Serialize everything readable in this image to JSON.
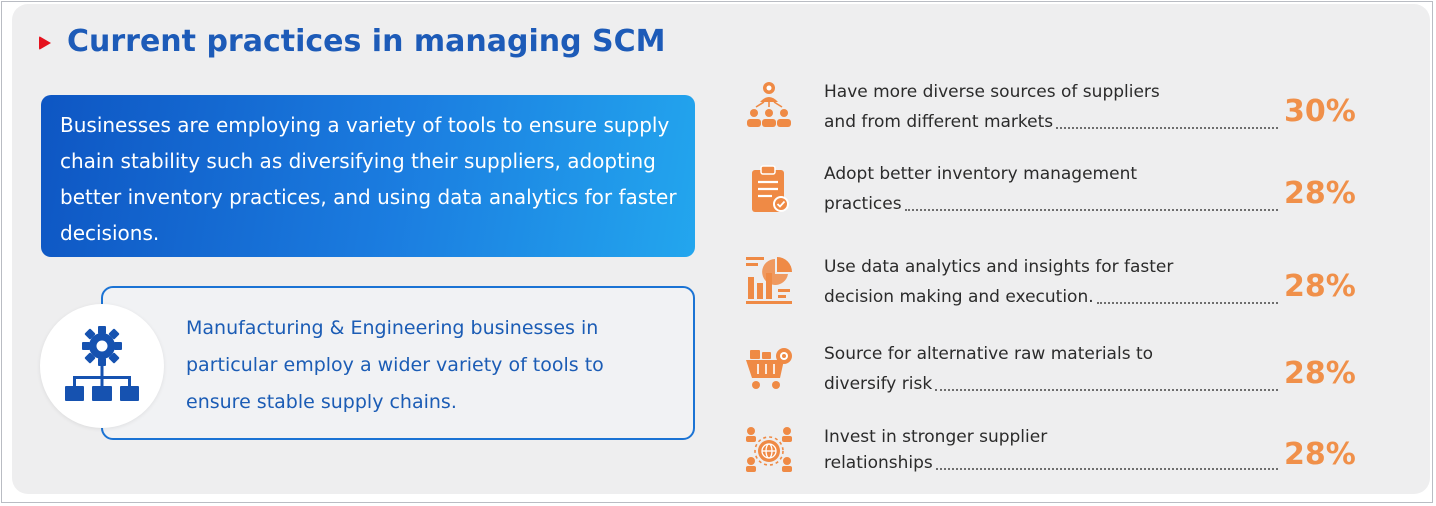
{
  "title": "Current practices in managing SCM",
  "intro_text": "Businesses are employing a variety of tools to ensure supply chain stability such as diversifying their suppliers, adopting better inventory practices, and using data analytics for faster decisions.",
  "highlight_text": "Manufacturing & Engineering businesses in particular employ a wider variety of tools to ensure stable supply chains.",
  "highlight_icon": "gear-network-icon",
  "colors": {
    "title": "#1d5bb8",
    "accent_orange": "#f0904a",
    "marker_red": "#e5121e",
    "card_blue_start": "#0e56c3",
    "card_blue_end": "#23a6ee"
  },
  "practices": [
    {
      "line1": "Have more diverse sources of suppliers",
      "line2": "and from different markets",
      "percent": "30%",
      "icon": "supplier-network-icon"
    },
    {
      "line1": "Adopt better inventory management",
      "line2": "practices",
      "percent": "28%",
      "icon": "clipboard-check-icon"
    },
    {
      "line1": "Use data analytics and insights for faster",
      "line2": "decision making and execution.",
      "percent": "28%",
      "icon": "analytics-chart-icon"
    },
    {
      "line1": "Source for alternative raw materials to",
      "line2": "diversify risk",
      "percent": "28%",
      "icon": "materials-cart-icon"
    },
    {
      "line1": "Invest in stronger supplier",
      "line2": "relationships",
      "percent": "28%",
      "icon": "global-partners-icon"
    }
  ]
}
